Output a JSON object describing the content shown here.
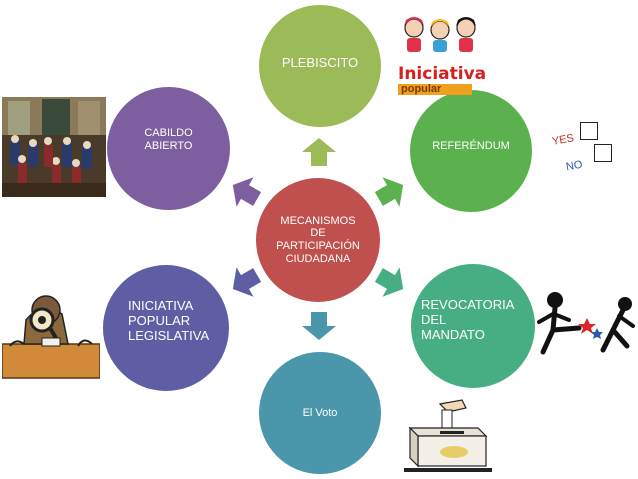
{
  "center": {
    "label": "MECANISMOS\nDE\nPARTICIPACIÓN\nCIUDADANA",
    "color": "#c0504d"
  },
  "nodes": [
    {
      "id": "plebiscito",
      "label": "PLEBISCITO",
      "color": "#9bbb59"
    },
    {
      "id": "referendum",
      "label": "REFERÉNDUM",
      "color": "#5cb14f"
    },
    {
      "id": "revocatoria",
      "label": "REVOCATORIA\nDEL\nMANDATO",
      "color": "#47ad82"
    },
    {
      "id": "voto",
      "label": "El Voto",
      "color": "#4a96ab"
    },
    {
      "id": "iniciativa",
      "label": "INICIATIVA\nPOPULAR\nLEGISLATIVA",
      "color": "#5d5ea3"
    },
    {
      "id": "cabildo",
      "label": "CABILDO\nABIERTO",
      "color": "#7d5fa0"
    }
  ],
  "illustrations": {
    "iniciativa_logo": {
      "word": "Iniciativa",
      "subword": "popular"
    },
    "ballot": {
      "yes": "YES",
      "no": "NO"
    }
  },
  "colors": {
    "arrow_top": "#9bbb59",
    "arrow_upper_right": "#5cb14f",
    "arrow_lower_right": "#47ad82",
    "arrow_bottom": "#4a96ab",
    "arrow_lower_left": "#5d5ea3",
    "arrow_upper_left": "#7d5fa0"
  }
}
